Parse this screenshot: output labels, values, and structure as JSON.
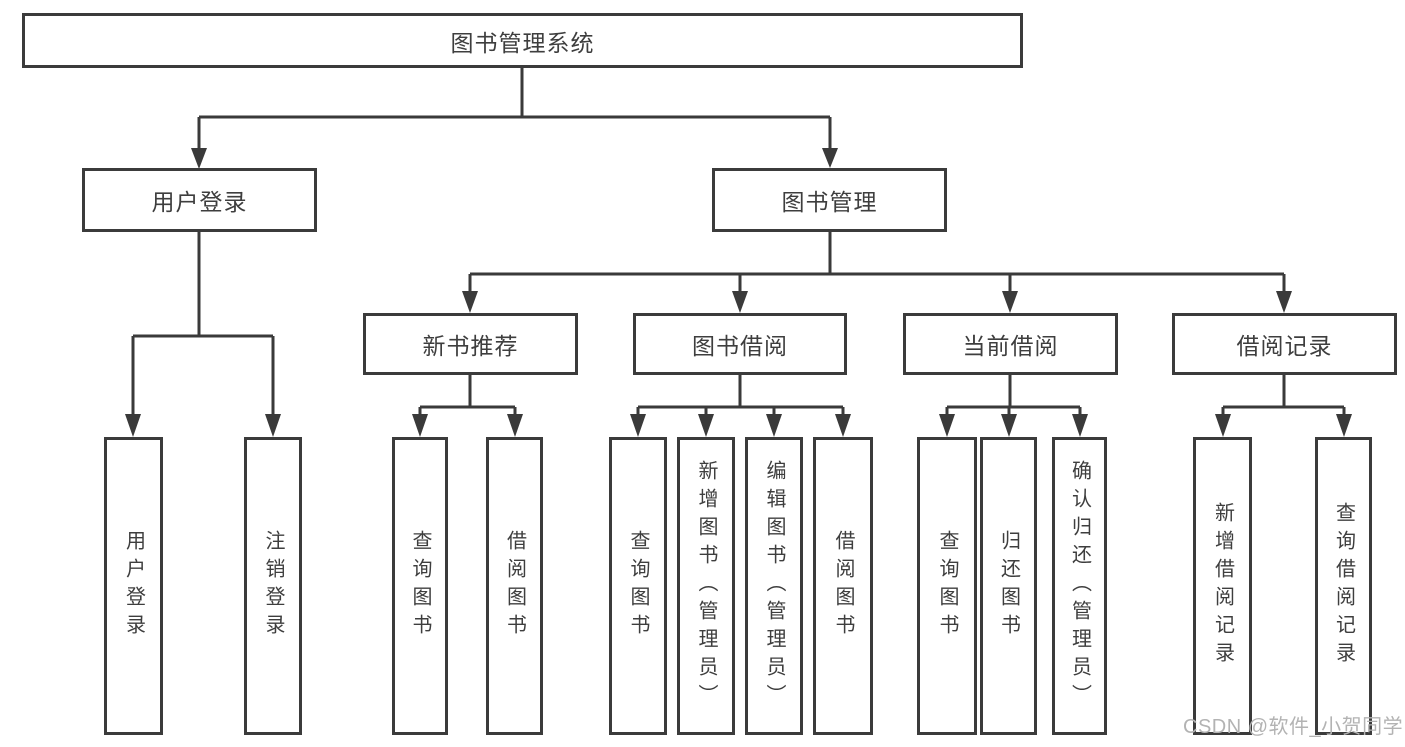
{
  "diagram": {
    "root": {
      "label": "图书管理系统"
    },
    "level2": [
      {
        "label": "用户登录"
      },
      {
        "label": "图书管理"
      }
    ],
    "level3": [
      {
        "label": "新书推荐"
      },
      {
        "label": "图书借阅"
      },
      {
        "label": "当前借阅"
      },
      {
        "label": "借阅记录"
      }
    ],
    "leaves": {
      "user_login": [
        "用户登录",
        "注销登录"
      ],
      "new_book_recommend": [
        "查询图书",
        "借阅图书"
      ],
      "book_borrow": [
        "查询图书",
        "新增图书（管理员）",
        "编辑图书（管理员）",
        "借阅图书"
      ],
      "current_borrow": [
        "查询图书",
        "归还图书",
        "确认归还（管理员）"
      ],
      "borrow_records": [
        "新增借阅记录",
        "查询借阅记录"
      ]
    }
  },
  "watermark": {
    "text": "CSDN @软件_小贺同学"
  },
  "colors": {
    "line": "#3a3a3a",
    "border": "#3b3b3b",
    "text": "#3e3e3e",
    "watermark": "#b3b3b3",
    "background": "#ffffff"
  }
}
